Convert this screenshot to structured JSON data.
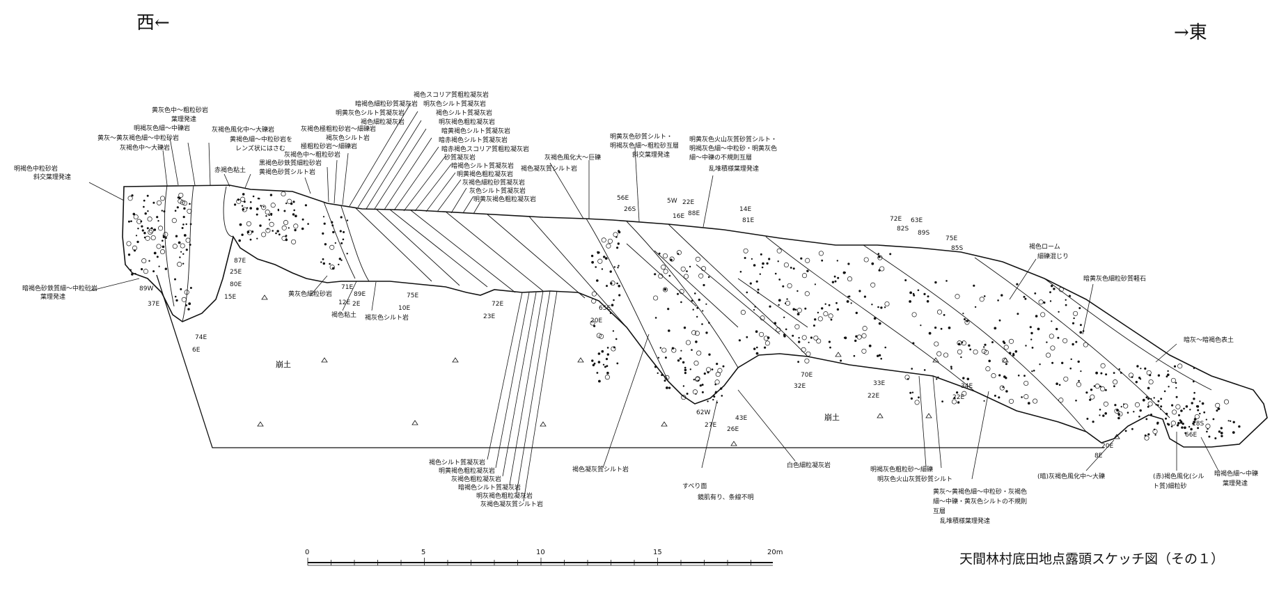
{
  "directions": {
    "west": "西←",
    "east": "→東"
  },
  "caption": "天間林村底田地点露頭スケッチ図（その１）",
  "scale_bar": {
    "ticks": [
      "0",
      "5",
      "10",
      "15",
      "20m"
    ]
  },
  "labels": {
    "l01": "明褐色中粒砂岩",
    "l02": "斜交葉理発達",
    "l03": "黄灰色中～粗粒砂岩",
    "l04": "葉理発達",
    "l05": "明褐灰色細～中礫岩",
    "l06": "黄灰～黄灰褐色細～中粒砂岩",
    "l07": "灰褐色中～大礫岩",
    "l08": "赤褐色粘土",
    "l09": "灰褐色風化中～大礫岩",
    "l10": "黄褐色細～中粒砂岩を",
    "l11": "レンズ状にはさむ",
    "l12": "黒褐色砂鉄質細粒砂岩",
    "l13": "黄褐色砂質シルト岩",
    "l14": "灰褐色極粗粒砂岩～細礫岩",
    "l15": "褐灰色シルト岩",
    "l16": "極粗粒砂岩～細礫岩",
    "l17": "灰褐色中～粗粒砂岩",
    "l18": "褐色スコリア質粗粒凝灰岩",
    "l19": "暗褐色細粒砂質凝灰岩",
    "l20": "明灰色シルト質凝灰岩",
    "l21": "明黄灰色シルト質凝灰岩",
    "l22": "褐色シルト質凝灰岩",
    "l23": "褐色細粒凝灰岩",
    "l24": "明灰褐色粗粒凝灰岩",
    "l25": "暗黄褐色シルト質凝灰岩",
    "l26": "暗赤褐色シルト質凝灰岩",
    "l27": "暗赤褐色スコリア質粗粒凝灰岩",
    "l28": "砂質凝灰岩",
    "l29": "暗褐色シルト質凝灰岩",
    "l30": "明黄褐色粗粒凝灰岩",
    "l31": "灰褐色細粒砂質凝灰岩",
    "l32": "灰色シルト質凝灰岩",
    "l33": "明黄灰褐色粗粒凝灰岩",
    "l34": "灰褐色風化大～巨礫",
    "l35": "褐色凝灰質シルト岩",
    "l36": "明黄灰色砂質シルト・",
    "l37": "明褐灰色細～粗粒砂互層",
    "l38": "斜交葉理発達",
    "l39": "明黄灰色火山灰質砂質シルト・",
    "l40": "明褐灰色細～中粒砂・明黄灰色",
    "l41": "細～中礫の不規則互層",
    "l42": "乱堆積様葉理発達",
    "l43": "褐色ローム",
    "l44": "細礫混じり",
    "l45": "暗黄灰色細粒砂質軽石",
    "l46": "暗灰～暗褐色表土",
    "l47": "暗褐色砂鉄質細～中粒砂岩",
    "l48": "葉理発達",
    "l49": "黄灰色細粒砂岩",
    "l50": "褐色粘土",
    "l51": "褐灰色シルト岩",
    "l52": "崩土",
    "l53": "崩土",
    "l54": "褐色シルト質凝灰岩",
    "l55": "明黄褐色粗粒凝灰岩",
    "l56": "灰褐色粗粒凝灰岩",
    "l57": "暗褐色シルト質凝灰岩",
    "l58": "明灰褐色粗粒凝灰岩",
    "l59": "灰褐色凝灰質シルト岩",
    "l60": "褐色凝灰質シルト岩",
    "l61": "すべり面",
    "l62": "鏡肌有り、条線不明",
    "l63": "白色細粒凝灰岩",
    "l64": "明褐灰色粗粒砂～細礫",
    "l65": "明灰色火山灰質砂質シルト",
    "l66": "黄灰～黄褐色細～中粒砂・灰褐色",
    "l67": "細～中礫・黄灰色シルトの不規則",
    "l68": "互層",
    "l69": "乱堆積様葉理発達",
    "l70": "(暗)灰褐色風化中～大礫",
    "l71": "(赤)褐色風化(シル",
    "l72": "ト質)細粒砂",
    "l73": "暗褐色細～中礫",
    "l74": "葉理発達"
  },
  "measurements": {
    "m01": "89W",
    "m02": "37E",
    "m03": "87E",
    "m04": "25E",
    "m05": "80E",
    "m06": "15E",
    "m07": "74E",
    "m08": "6E",
    "m09": "71E",
    "m10": "89E",
    "m11": "12E",
    "m12": "2E",
    "m13": "75E",
    "m14": "10E",
    "m15": "72E",
    "m16": "23E",
    "m17": "65E",
    "m18": "20E",
    "m19": "56E",
    "m20": "26S",
    "m21": "5W",
    "m22": "16E",
    "m23": "22E",
    "m24": "88E",
    "m25": "14E",
    "m26": "81E",
    "m27": "72E",
    "m28": "82S",
    "m29": "63E",
    "m30": "89S",
    "m31": "75E",
    "m32": "85S",
    "m33": "70E",
    "m34": "32E",
    "m35": "33E",
    "m36": "22E",
    "m37": "34E",
    "m38": "22E",
    "m39": "62W",
    "m40": "27E",
    "m41": "43E",
    "m42": "26E",
    "m43": "18S",
    "m44": "66E",
    "m45": "20E",
    "m46": "8E"
  },
  "colors": {
    "ink": "#111111",
    "paper": "#ffffff"
  }
}
